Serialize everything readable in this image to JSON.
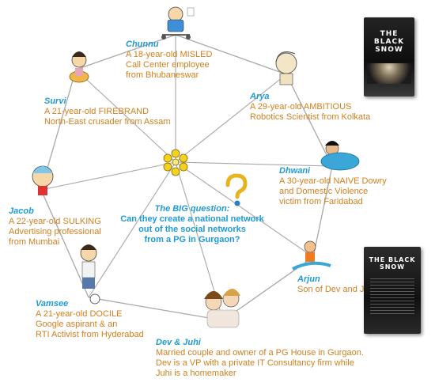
{
  "characters": [
    {
      "name": "Chunnu",
      "description": "A 18-year-old MISLED\nCall Center employee\nfrom Bhubaneswar"
    },
    {
      "name": "Arya",
      "description": "A 29-year-old AMBITIOUS\nRobotics Scientist from Kolkata"
    },
    {
      "name": "Survi",
      "description": "A 21-year-old FIREBRAND\nNorth-East crusader from Assam"
    },
    {
      "name": "Dhwani",
      "description": "A 30-year-old NAIVE Dowry\nand Domestic Violence\nvictim from Faridabad"
    },
    {
      "name": "Jacob",
      "description": "A 22-year-old SULKING\nAdvertising professional\nfrom Mumbai"
    },
    {
      "name": "Arjun",
      "description": "Son of Dev and Juhi"
    },
    {
      "name": "Vamsee",
      "description": "A 21-year-old DOCILE\nGoogle aspirant & an\nRTI Activist from Hyderabad"
    },
    {
      "name": "Dev & Juhi",
      "description": "Married couple and owner of a PG House in Gurgaon.\nDev is a VP with a private IT Consultancy firm while\nJuhi is a homemaker"
    }
  ],
  "question": {
    "title": "The BIG question:",
    "text": "Can they create a national network\nout of the social networks\nfrom a PG in Gurgaon?"
  },
  "books": [
    {
      "title": "THE BLACK\nSNOW"
    },
    {
      "title": "THE BLACK\nSNOW"
    }
  ],
  "colors": {
    "name": "#1e9bd7",
    "description": "#d2801e",
    "network_line": "#a8a8a8",
    "hub_node": "#f2d21a",
    "book_cover": "#161616"
  },
  "icons": [
    "hub-cluster-icon",
    "question-mark-icon"
  ]
}
